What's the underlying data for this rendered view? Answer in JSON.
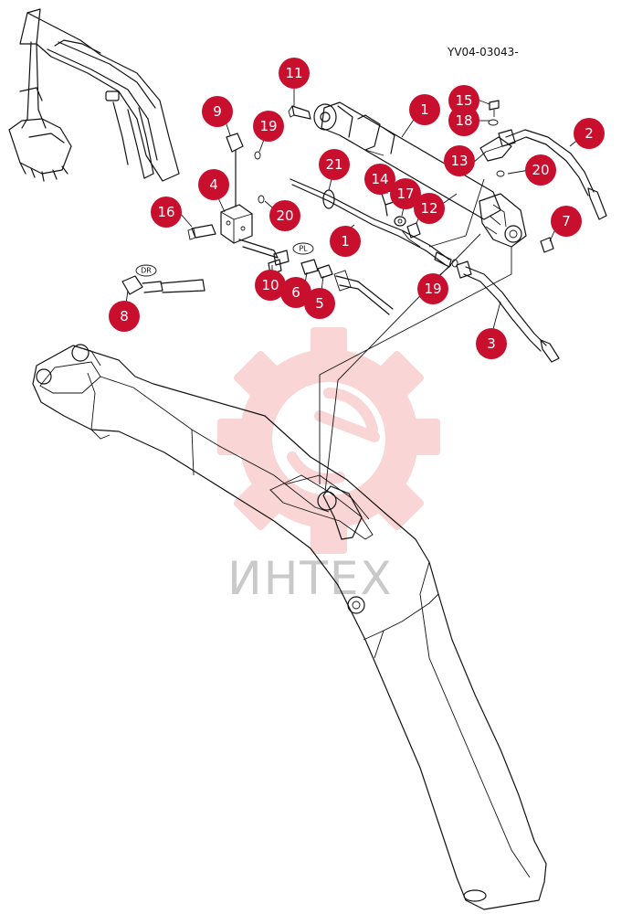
{
  "diagram_code": "YV04-03043-",
  "watermark": {
    "text": "ИНТЕХ",
    "color": "#f7c2c2"
  },
  "accent_color": "#c8102e",
  "tags": [
    "DR",
    "PL"
  ],
  "callouts": [
    "1",
    "1",
    "2",
    "3",
    "4",
    "5",
    "6",
    "7",
    "8",
    "9",
    "10",
    "11",
    "12",
    "13",
    "14",
    "15",
    "16",
    "17",
    "18",
    "19",
    "19",
    "20",
    "20",
    "21"
  ]
}
